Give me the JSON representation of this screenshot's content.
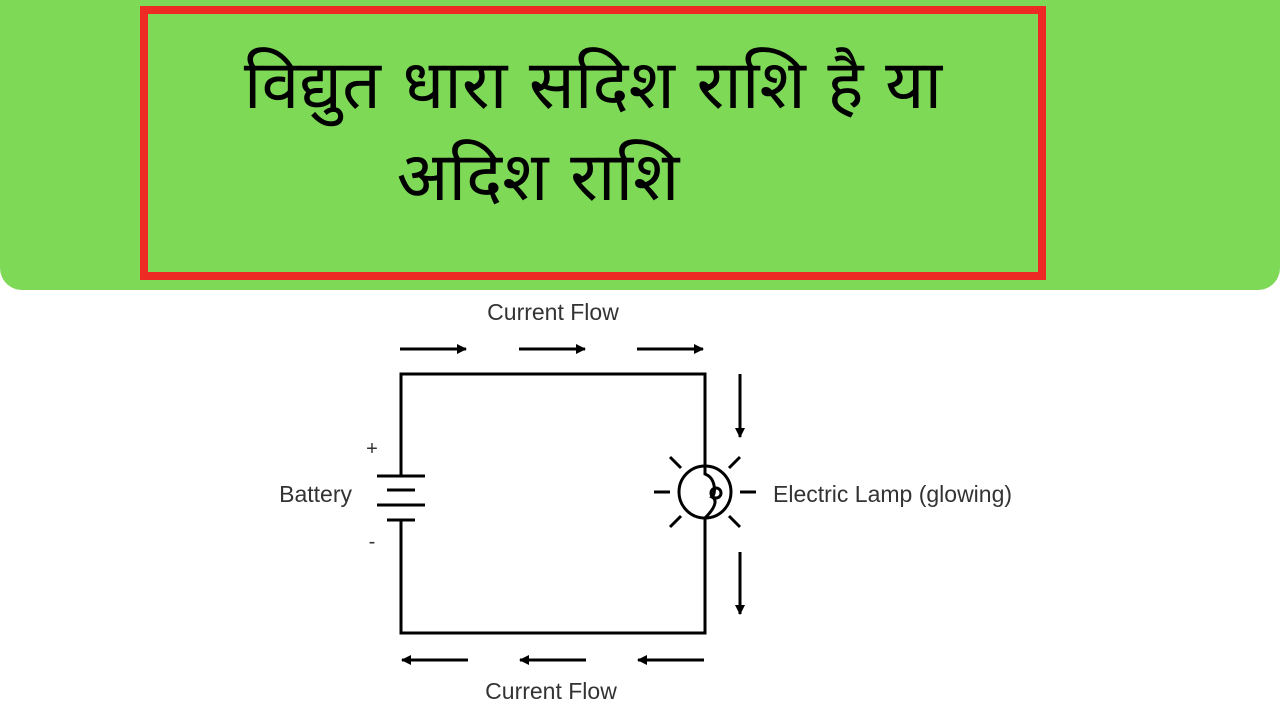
{
  "title": {
    "line1": "विद्युत धारा सदिश राशि है या",
    "line2": "अदिश राशि"
  },
  "colors": {
    "banner_bg": "#7ed957",
    "frame_border": "#ee2a24",
    "wire": "#000000",
    "label_text": "#333333"
  },
  "diagram": {
    "top_label": "Current Flow",
    "bottom_label": "Current Flow",
    "battery_label": "Battery",
    "battery_plus": "+",
    "battery_minus": "-",
    "lamp_label": "Electric Lamp (glowing)"
  }
}
